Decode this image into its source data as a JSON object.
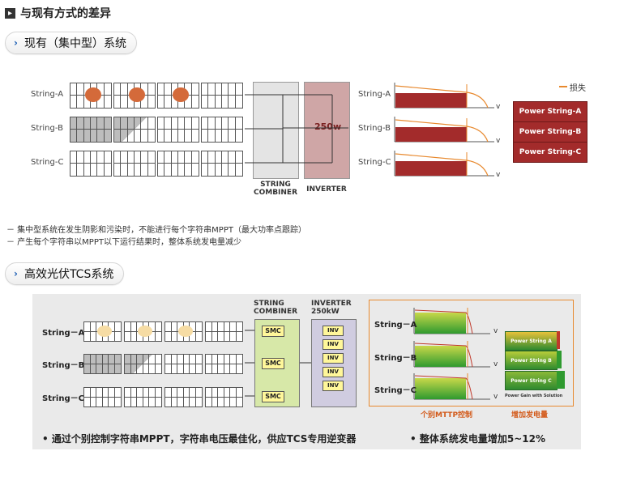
{
  "header": {
    "title": "与现有方式的差异"
  },
  "section1": {
    "title": "现有（集中型）系统",
    "strings": [
      "String-A",
      "String-B",
      "String-C"
    ],
    "combiner_label": "STRING\nCOMBINER",
    "inverter_label": "INVERTER",
    "inverter_value": "250w",
    "legend_loss": "损失",
    "power_strings": [
      "Power String-A",
      "Power String-B",
      "Power String-C"
    ],
    "v_label": "v",
    "notes": [
      "－ 集中型系统在发生阴影和污染时，不能进行每个字符串MPPT（最大功率点跟踪）",
      "－ 产生每个字符串以MPPT以下运行结果时，整体系统发电量减少"
    ]
  },
  "section2": {
    "title": "高效光伏TCS系统",
    "strings": [
      "String－A",
      "String－B",
      "String－C"
    ],
    "combiner_label": "STRING\nCOMBINER",
    "inverter_label": "INVERTER\n250kW",
    "smc": "SMC",
    "inv": "INV",
    "v_label": "v",
    "stack_labels": [
      "Power String A",
      "Power String B",
      "Power String C"
    ],
    "stack_caption": "Power Gain with Solution",
    "caption_left": "个别MTTP控制",
    "caption_right": "增加发电量",
    "bullet_left": "• 通过个别控制字符串MPPT，字符串电压最佳化，供应TCS专用逆变器",
    "bullet_right": "• 整体系统发电量增加5~12%"
  },
  "colors": {
    "accent_red": "#a32b2b",
    "accent_orange": "#e8892e",
    "green": "#2f9a2f",
    "panel_bg": "#eaeaea"
  }
}
